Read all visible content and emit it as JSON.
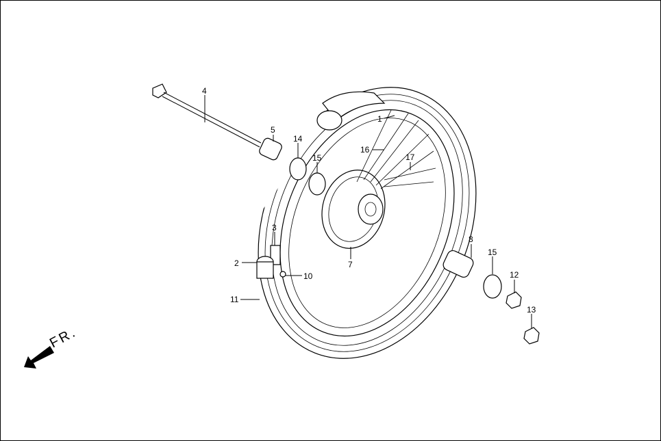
{
  "direction_label": "FR.",
  "callouts": [
    {
      "id": "c4",
      "label": "4"
    },
    {
      "id": "c5",
      "label": "5"
    },
    {
      "id": "c14",
      "label": "14"
    },
    {
      "id": "c15a",
      "label": "15"
    },
    {
      "id": "c1",
      "label": "1"
    },
    {
      "id": "c16",
      "label": "16"
    },
    {
      "id": "c17",
      "label": "17"
    },
    {
      "id": "c3",
      "label": "3"
    },
    {
      "id": "c2",
      "label": "2"
    },
    {
      "id": "c10",
      "label": "10"
    },
    {
      "id": "c11",
      "label": "11"
    },
    {
      "id": "c7",
      "label": "7"
    },
    {
      "id": "c8",
      "label": "8"
    },
    {
      "id": "c15b",
      "label": "15"
    },
    {
      "id": "c12",
      "label": "12"
    },
    {
      "id": "c13",
      "label": "13"
    }
  ]
}
